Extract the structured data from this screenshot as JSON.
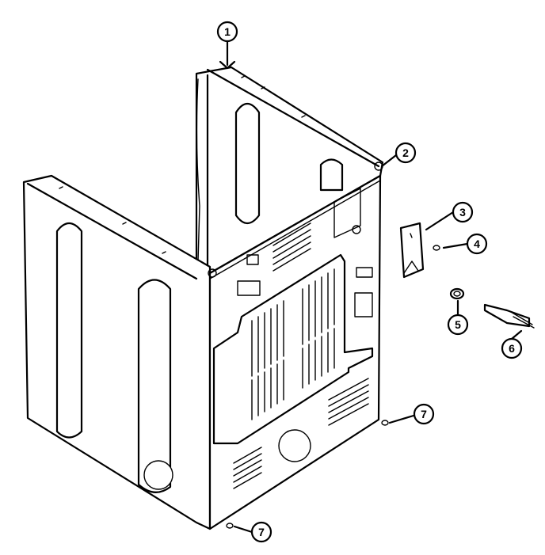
{
  "diagram": {
    "callouts": [
      {
        "id": "c1",
        "label": "1"
      },
      {
        "id": "c2",
        "label": "2"
      },
      {
        "id": "c3",
        "label": "3"
      },
      {
        "id": "c4",
        "label": "4"
      },
      {
        "id": "c5",
        "label": "5"
      },
      {
        "id": "c6",
        "label": "6"
      },
      {
        "id": "c7a",
        "label": "7"
      },
      {
        "id": "c7b",
        "label": "7"
      }
    ]
  }
}
